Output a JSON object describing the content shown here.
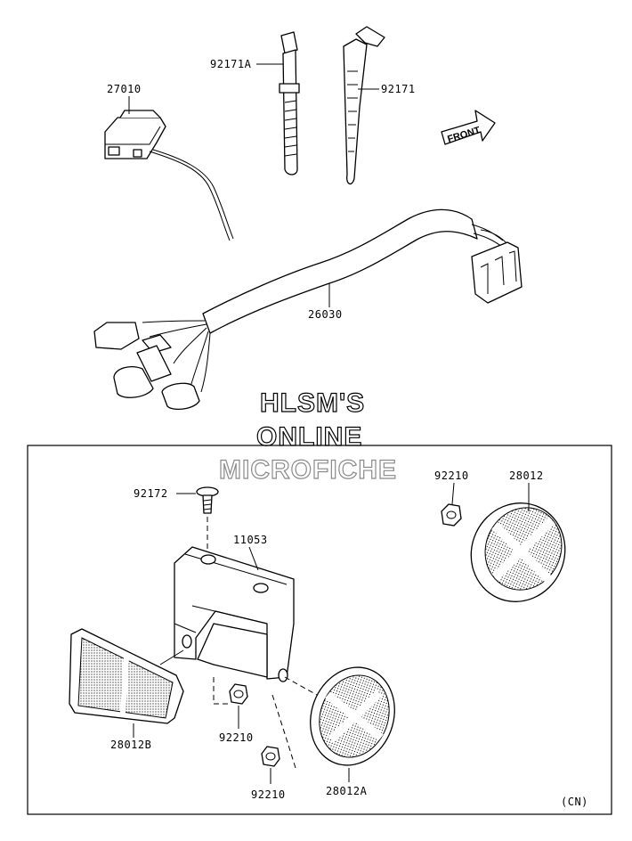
{
  "parts": {
    "p27010": "27010",
    "p92171A": "92171A",
    "p92171": "92171",
    "p26030": "26030",
    "p92172": "92172",
    "p11053": "11053",
    "p92210_top": "92210",
    "p28012": "28012",
    "p28012B": "28012B",
    "p92210_mid": "92210",
    "p92210_bot": "92210",
    "p28012A": "28012A"
  },
  "front_arrow": "FRONT",
  "watermark": {
    "line1": "HLSM'S",
    "line2": "ONLINE",
    "line3": "MICROFICHE"
  },
  "region_code": "(CN)"
}
